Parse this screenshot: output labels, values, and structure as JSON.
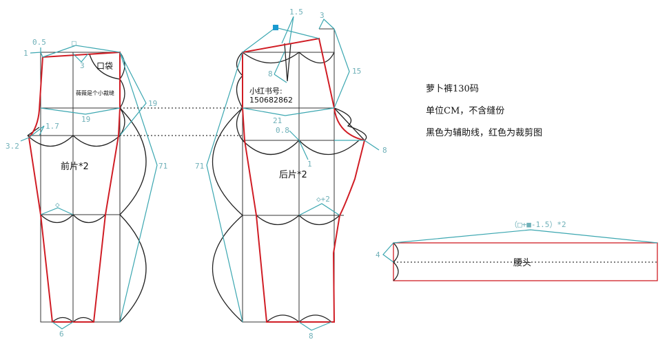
{
  "notes": {
    "title": "萝卜裤130码",
    "unit": "单位CM，不含缝份",
    "legend": "黑色为辅助线，红色为裁剪图"
  },
  "front_piece": {
    "label": "前片*2",
    "pocket_label": "口袋",
    "watermark": "薇薇是个小裁缝",
    "dims": {
      "top_left_1": "1",
      "top_left_05": "0.5",
      "waist_square": "□",
      "dart_3": "3",
      "hip_19": "19",
      "hip_side_19": "19",
      "crotch_17": "1.7",
      "crotch_32": "3.2",
      "knee_diamond": "◇",
      "length_71": "71",
      "hem_6": "6"
    }
  },
  "back_piece": {
    "label": "后片*2",
    "contact_label": "小红书号:",
    "contact_number": "150682862",
    "dims": {
      "waist_square_filled": "■",
      "dart_15": "1.5",
      "top_3": "3",
      "dart_depth_8": "8",
      "side_15": "15",
      "hip_21": "21",
      "crotch_08": "0.8",
      "crotch_1": "1",
      "crotch_ext_8": "8",
      "length_71": "71",
      "knee_diamond_plus2": "◇+2",
      "hem_8": "8"
    }
  },
  "waistband": {
    "label": "腰头",
    "length_formula": "（□+■-1.5）*2",
    "width": "4"
  },
  "colors": {
    "guide_lines": "#222222",
    "cut_lines": "#d01c24",
    "dimension_lines": "#3aa6b0",
    "square_marker": "#1a9ad0"
  }
}
